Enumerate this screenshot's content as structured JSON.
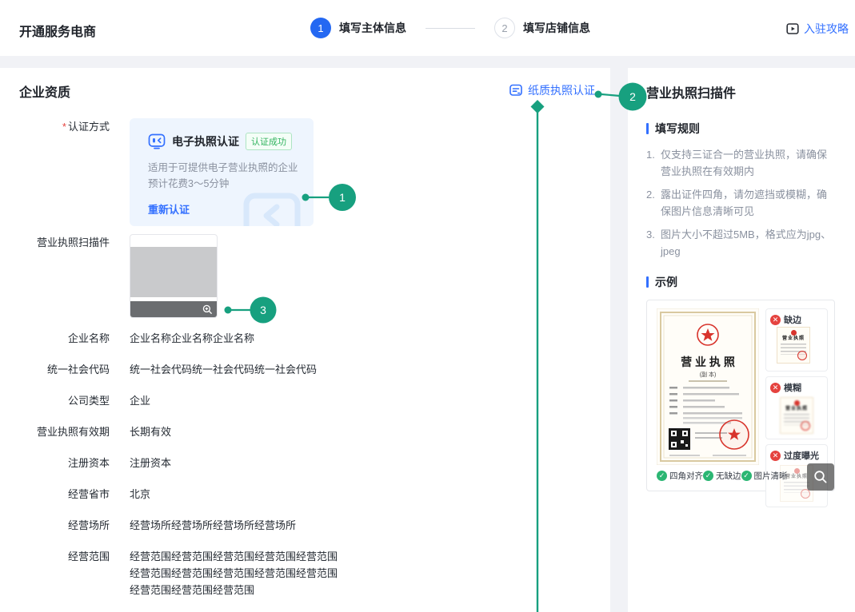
{
  "header": {
    "title": "开通服务电商",
    "steps": [
      {
        "num": "1",
        "label": "填写主体信息"
      },
      {
        "num": "2",
        "label": "填写店铺信息"
      }
    ],
    "guide_link": "入驻攻略"
  },
  "main": {
    "section_title": "企业资质",
    "paper_auth_link": "纸质执照认证",
    "auth_row": {
      "required_mark": "*",
      "label": "认证方式",
      "card": {
        "title": "电子执照认证",
        "badge": "认证成功",
        "desc_line1": "适用于可提供电子营业执照的企业",
        "desc_line2": "预计花费3～5分钟",
        "action": "重新认证"
      }
    },
    "upload_row": {
      "label": "营业执照扫描件"
    },
    "fields": [
      {
        "label": "企业名称",
        "value": "企业名称企业名称企业名称"
      },
      {
        "label": "统一社会代码",
        "value": "统一社会代码统一社会代码统一社会代码"
      },
      {
        "label": "公司类型",
        "value": "企业"
      },
      {
        "label": "营业执照有效期",
        "value": "长期有效"
      },
      {
        "label": "注册资本",
        "value": "注册资本"
      },
      {
        "label": "经营省市",
        "value": "北京"
      },
      {
        "label": "经营场所",
        "value": "经营场所经营场所经营场所经营场所"
      },
      {
        "label": "经营范围",
        "value": "经营范围经营范围经营范围经营范围经营范围经营范围经营范围经营范围经营范围经营范围经营范围经营范围经营范围"
      }
    ]
  },
  "panel": {
    "title": "营业执照扫描件",
    "rules_title": "填写规则",
    "rules": [
      "仅支持三证合一的营业执照，请确保营业执照在有效期内",
      "露出证件四角，请勿遮挡或模糊，确保图片信息清晰可见",
      "图片大小不超过5MB，格式应为jpg、jpeg"
    ],
    "example_title": "示例",
    "example": {
      "license_title": "营 业 执 照",
      "license_subtitle": "(副 本)",
      "mini_title": "营业执照",
      "bad_examples": [
        {
          "label": "缺边"
        },
        {
          "label": "模糊"
        },
        {
          "label": "过度曝光"
        }
      ],
      "good_checks": [
        {
          "label": "四角对齐"
        },
        {
          "label": "无缺边"
        },
        {
          "label": "图片清晰"
        }
      ]
    }
  },
  "annotations": [
    {
      "num": "1"
    },
    {
      "num": "2"
    },
    {
      "num": "3"
    }
  ],
  "colors": {
    "accent_blue": "#3370ff",
    "step_blue": "#2468f2",
    "annotation_green": "#17a07f",
    "success_green": "#32b35f",
    "error_red": "#e5433f",
    "auth_card_bg": "#eef5fe"
  }
}
